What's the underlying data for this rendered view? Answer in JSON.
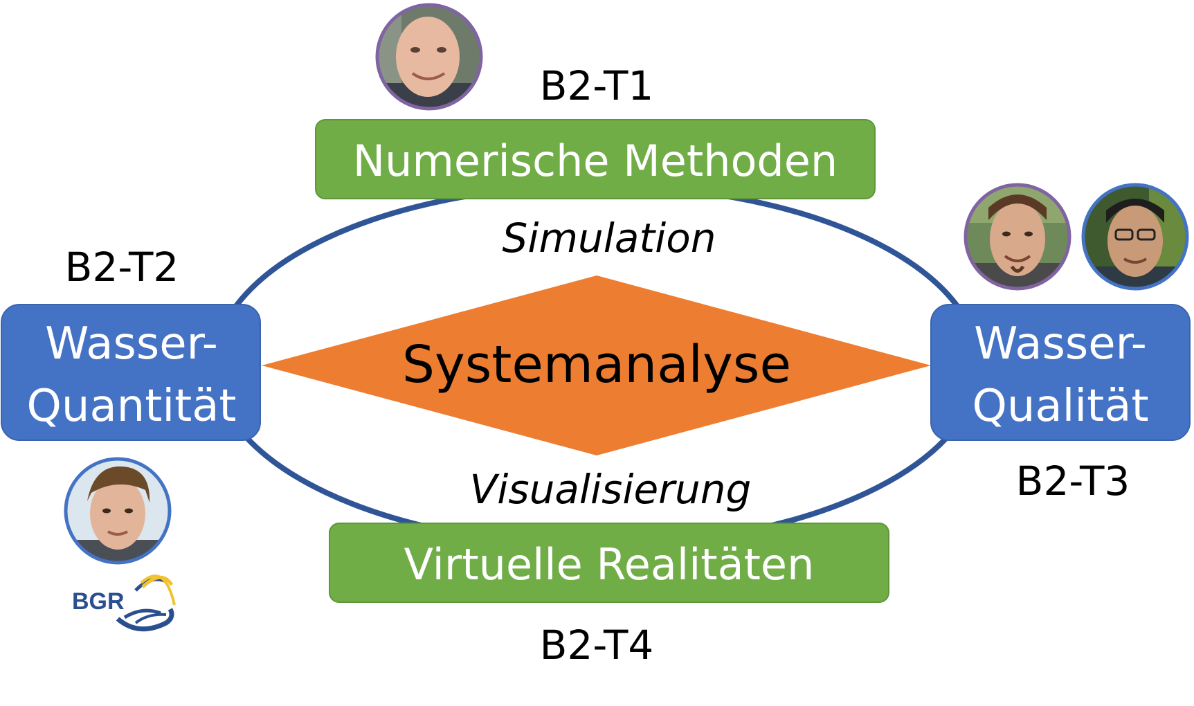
{
  "center": {
    "label": "Systemanalyse",
    "color": "#ED7D31"
  },
  "top_box": {
    "label": "Numerische Methoden",
    "code": "B2-T1",
    "color": "#70AD47"
  },
  "bottom_box": {
    "label": "Virtuelle Realitäten",
    "code": "B2-T4",
    "color": "#70AD47"
  },
  "left_box": {
    "line1": "Wasser-",
    "line2": "Quantität",
    "code": "B2-T2",
    "color": "#4472C4"
  },
  "right_box": {
    "line1": "Wasser-",
    "line2": "Qualität",
    "code": "B2-T3",
    "color": "#4472C4"
  },
  "arc_top_label": "Simulation",
  "arc_bottom_label": "Visualisierung",
  "ellipse_color": "#2F5597",
  "logo": {
    "text": "BGR"
  },
  "avatars": [
    {
      "id": "avatar-b2-t1",
      "ring": "#8064A2"
    },
    {
      "id": "avatar-b2-t3-a",
      "ring": "#8064A2"
    },
    {
      "id": "avatar-b2-t3-b",
      "ring": "#4472C4"
    },
    {
      "id": "avatar-b2-t2",
      "ring": "#4472C4"
    }
  ]
}
